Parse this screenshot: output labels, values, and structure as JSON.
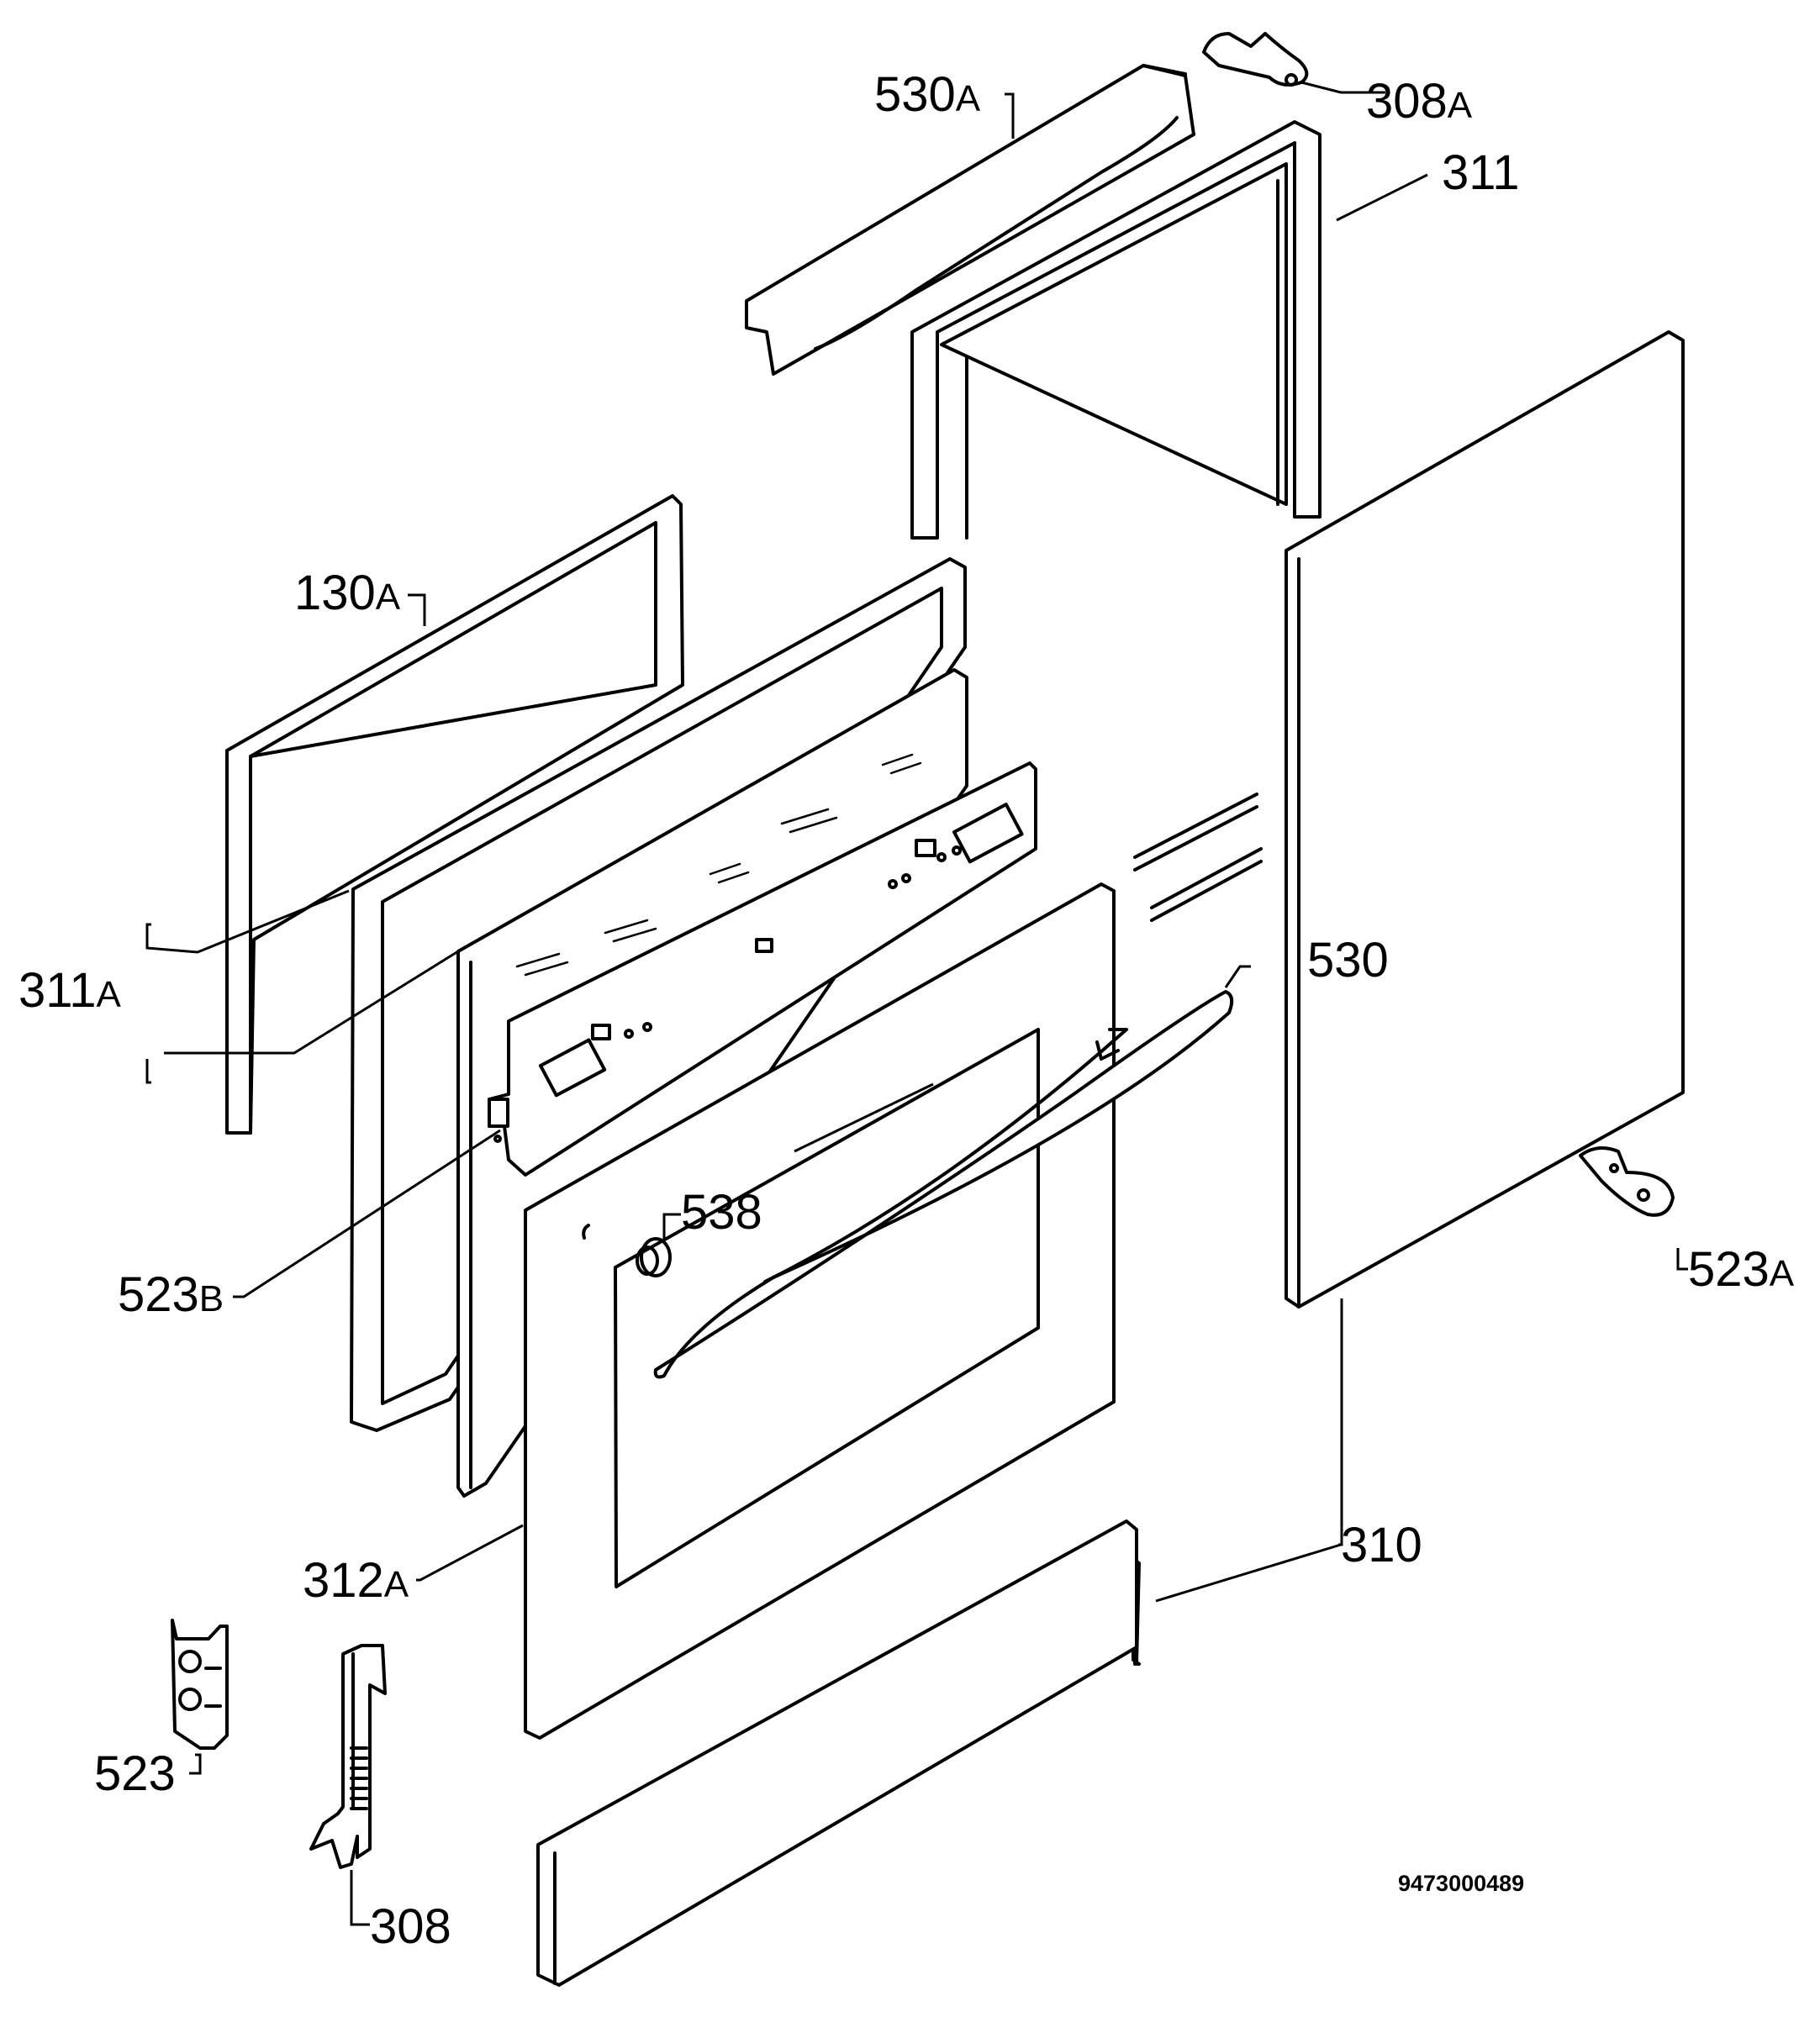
{
  "diagram": {
    "labels": {
      "l530A": "530",
      "l530A_s": "A",
      "l308A": "308",
      "l308A_s": "A",
      "l311": "311",
      "l130A": "130",
      "l130A_s": "A",
      "l311A": "311",
      "l311A_s": "A",
      "l530": "530",
      "l538": "538",
      "l523B": "523",
      "l523B_s": "B",
      "l523A": "523",
      "l523A_s": "A",
      "l310": "310",
      "l312A": "312",
      "l312A_s": "A",
      "l523": "523",
      "l308": "308"
    },
    "document_number": "9473000489"
  }
}
